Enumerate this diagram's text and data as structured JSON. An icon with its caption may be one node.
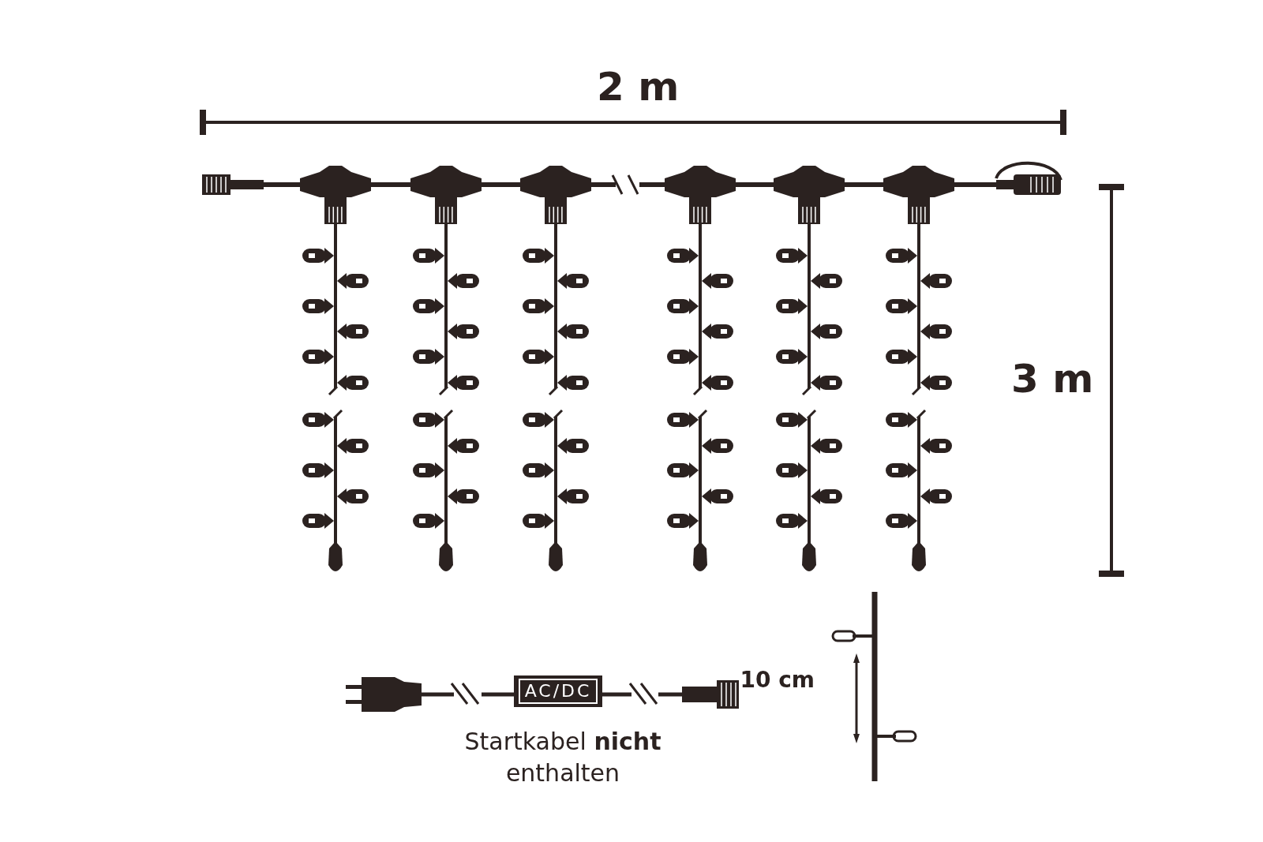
{
  "diagram": {
    "nodes": [
      {
        "text": [
          "AC/DC"
        ]
      }
    ],
    "labels": [
      "2 m",
      "3 m",
      "10 cm",
      "Startkabel **nicht** enthalten"
    ]
  }
}
